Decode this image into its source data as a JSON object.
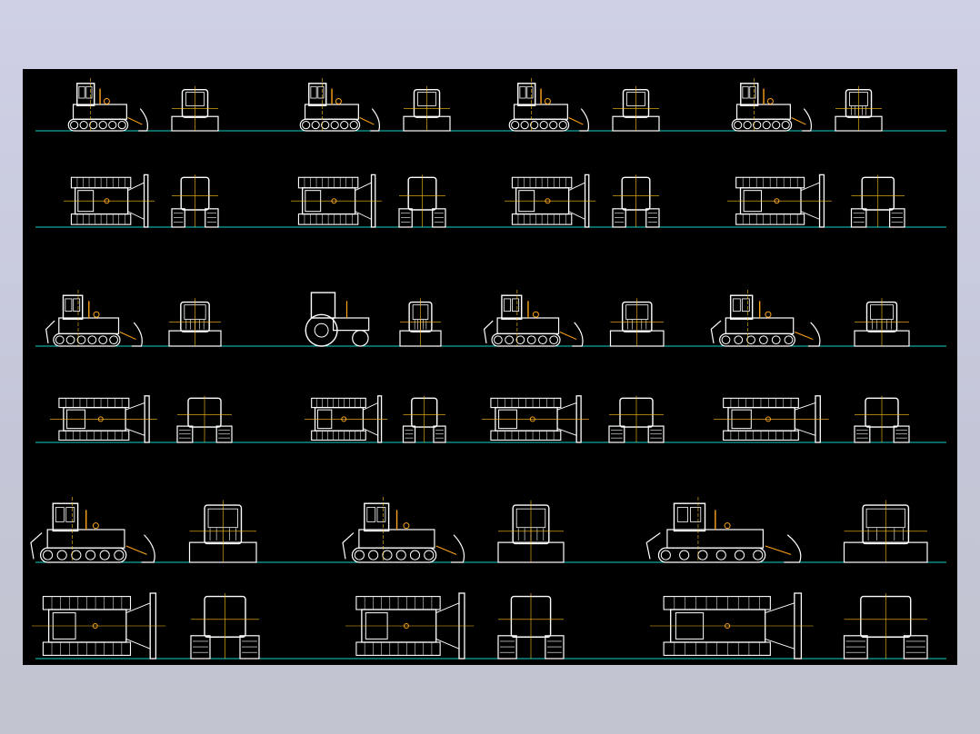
{
  "colors": {
    "background": "#cfd0e6",
    "canvas": "#000000",
    "ground_line": "#19d1c8",
    "outline": "#ffffff",
    "centerline": "#ffc21a",
    "accent": "#ffa319"
  },
  "icons": [
    "bulldozer-side-view",
    "bulldozer-front-view",
    "bulldozer-top-view",
    "wheel-tractor-side-view"
  ],
  "drawing": {
    "rows": [
      {
        "name": "row-1",
        "kind": "side",
        "items": 4,
        "large": false
      },
      {
        "name": "row-2",
        "kind": "top",
        "items": 4,
        "large": false
      },
      {
        "name": "row-3",
        "kind": "side",
        "items": 4,
        "large": false,
        "tractor_index": 1
      },
      {
        "name": "row-4",
        "kind": "top",
        "items": 4,
        "large": false
      },
      {
        "name": "row-5",
        "kind": "side",
        "items": 3,
        "large": true
      },
      {
        "name": "row-6",
        "kind": "top",
        "items": 3,
        "large": true
      }
    ]
  }
}
